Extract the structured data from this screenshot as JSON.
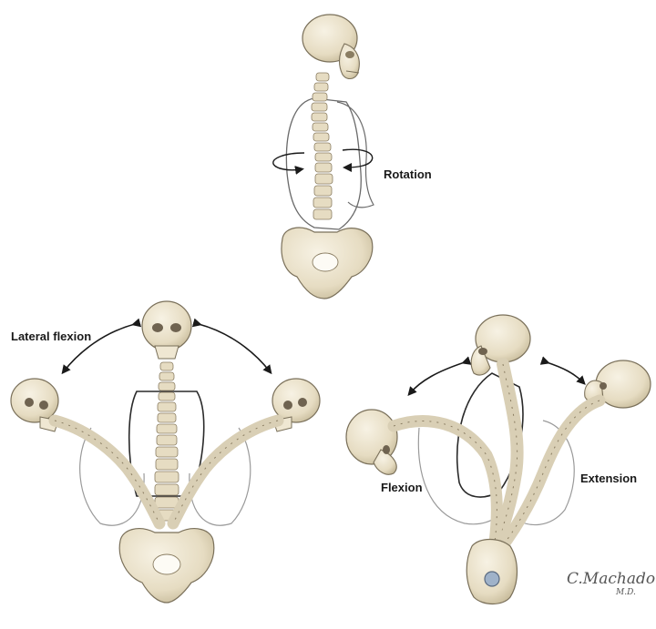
{
  "labels": {
    "rotation": "Rotation",
    "lateral_flexion": "Lateral flexion",
    "flexion": "Flexion",
    "extension": "Extension"
  },
  "signature": {
    "name": "C.Machado",
    "suffix": "M.D."
  },
  "colors": {
    "bone": "#ece4cf",
    "bone_shadow": "#c9bd9d",
    "bone_outline": "#7a705a",
    "outline_dark": "#2a2a2a",
    "outline_light": "#9a9a9a",
    "arrow": "#1a1a1a"
  }
}
